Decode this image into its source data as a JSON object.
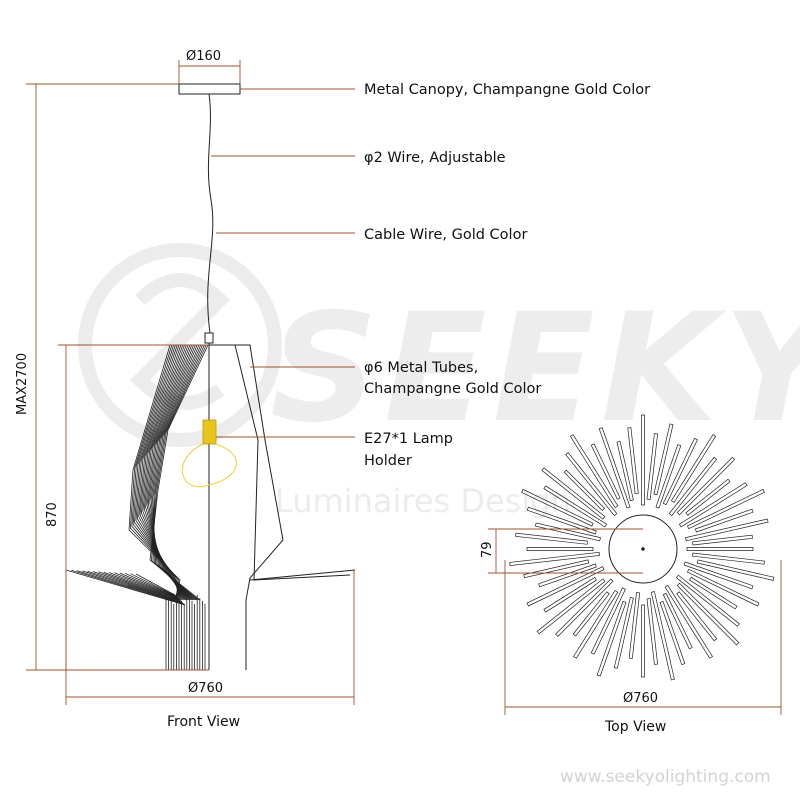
{
  "watermark": {
    "brand": "SEEKYO",
    "tagline": "Luminaires Design",
    "url": "www.seekyolighting.com"
  },
  "callouts": [
    {
      "lines": [
        "Metal Canopy, Champangne Gold Color"
      ]
    },
    {
      "lines": [
        "φ2 Wire, Adjustable"
      ]
    },
    {
      "lines": [
        "Cable Wire, Gold Color"
      ]
    },
    {
      "lines": [
        "φ6 Metal Tubes,",
        "Champangne Gold Color"
      ]
    },
    {
      "lines": [
        "E27*1 Lamp",
        "Holder"
      ]
    }
  ],
  "dimensions": {
    "canopy_diameter": "Ø160",
    "max_height": "MAX2700",
    "body_height": "870",
    "front_width": "Ø760",
    "top_width": "Ø760",
    "canopy_top_view": "79"
  },
  "views": {
    "front": "Front View",
    "top": "Top View"
  },
  "colors": {
    "dimension_line": "#a0522d",
    "lamp_holder": "#e6c619",
    "bulb_outline": "#e8d23a",
    "line_art": "#222222",
    "watermark": "#ededed"
  }
}
